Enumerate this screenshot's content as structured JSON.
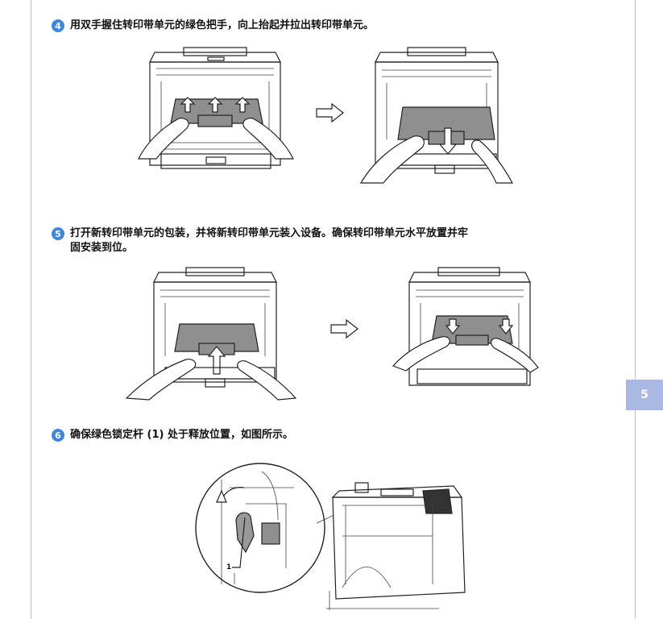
{
  "page": {
    "tab_number": "5"
  },
  "steps": [
    {
      "number": "4",
      "text": "用双手握住转印带单元的绿色把手，向上抬起并拉出转印带单元。"
    },
    {
      "number": "5",
      "text_line1": "打开新转印带单元的包装，并将新转印带单元装入设备。确保转印带单元水平放置并牢",
      "text_line2": "固安装到位。"
    },
    {
      "number": "6",
      "text": "确保绿色锁定杆 (1) 处于释放位置，如图所示。"
    }
  ],
  "figure3": {
    "callout_label": "1"
  }
}
